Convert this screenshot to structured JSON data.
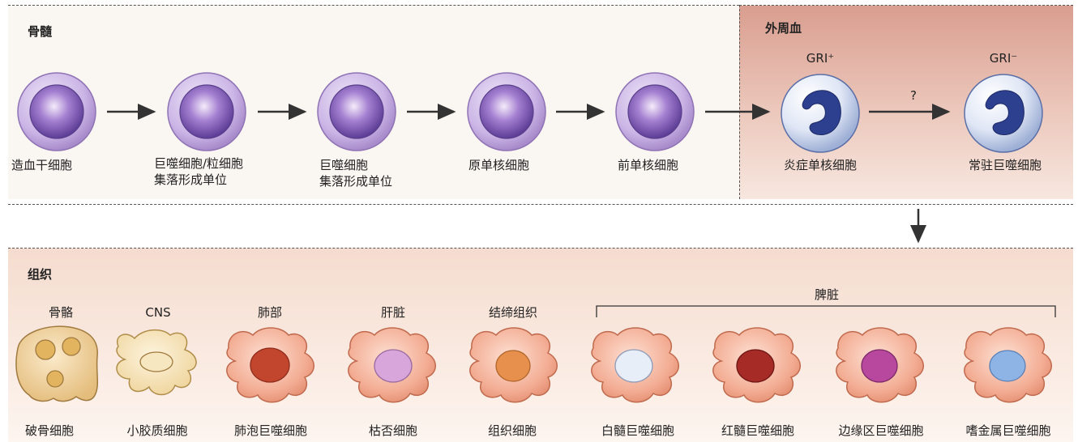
{
  "sections": {
    "bone_marrow": "骨髓",
    "peripheral_blood": "外周血",
    "tissue": "组织"
  },
  "marrow_cells": [
    {
      "line1": "造血干细胞",
      "line2": ""
    },
    {
      "line1": "巨噬细胞/粒细胞",
      "line2": "集落形成单位"
    },
    {
      "line1": "巨噬细胞",
      "line2": "集落形成单位"
    },
    {
      "line1": "原单核细胞",
      "line2": ""
    },
    {
      "line1": "前单核细胞",
      "line2": ""
    }
  ],
  "blood_cells": [
    {
      "marker": "GRI⁺",
      "label": "炎症单核细胞"
    },
    {
      "marker": "GRI⁻",
      "label": "常驻巨噬细胞"
    }
  ],
  "transition_label": "?",
  "tissue_groups": {
    "bone": "骨骼",
    "cns": "CNS",
    "lung": "肺部",
    "liver": "肝脏",
    "connective": "结缔组织",
    "spleen": "脾脏"
  },
  "tissue_cells": [
    "破骨细胞",
    "小胶质细胞",
    "肺泡巨噬细胞",
    "枯否细胞",
    "组织细胞",
    "白髓巨噬细胞",
    "红髓巨噬细胞",
    "边缘区巨噬细胞",
    "嗜金属巨噬细胞"
  ],
  "colors": {
    "progenitor_outer": "#c9b3e3",
    "progenitor_inner": "#7b55b3",
    "monocyte_nucleus": "#2d3f8f",
    "monocyte_body": "#dfe6f5",
    "macrophage_body": "#f2a78e",
    "nucleus_lung": "#c2452d",
    "nucleus_liver": "#d9a6dc",
    "nucleus_connective": "#e7904d",
    "nucleus_white_pulp": "#e8eef8",
    "nucleus_red_pulp": "#a62a26",
    "nucleus_marginal": "#b8489e",
    "nucleus_metallophilic": "#8eb4e6",
    "osteoclast_body": "#f1d19a",
    "microglia_body": "#f7e3b5"
  }
}
